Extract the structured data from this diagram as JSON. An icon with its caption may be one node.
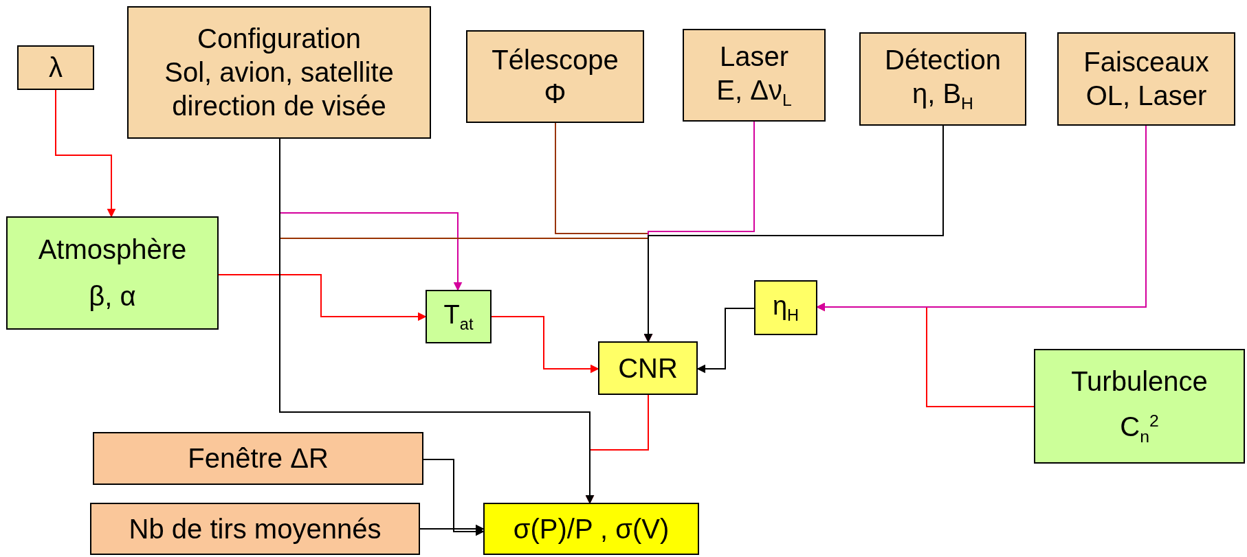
{
  "diagram": {
    "nodes": [
      {
        "text": [
          "λ"
        ]
      },
      {
        "text": [
          "Configuration",
          "Sol, avion, satellite direction de visée"
        ]
      },
      {
        "text": [
          "Télescope",
          "Φ"
        ]
      },
      {
        "text": [
          "Laser",
          "E, Δν$_{L}$"
        ]
      },
      {
        "text": [
          "Détection",
          "η, B$_{H}$"
        ]
      },
      {
        "text": [
          "Faisceaux",
          "OL, Laser"
        ]
      },
      {
        "text": [
          "Atmosphère",
          "β, α"
        ]
      },
      {
        "text": [
          "T$_{at}$"
        ]
      },
      {
        "text": [
          "η$_{H}$"
        ]
      },
      {
        "text": [
          "CNR"
        ]
      },
      {
        "text": [
          "Turbulence",
          "C$_{n}$$^{2}$"
        ]
      },
      {
        "text": [
          "Fenêtre ΔR"
        ]
      },
      {
        "text": [
          "Nb de tirs moyennés"
        ]
      },
      {
        "text": [
          "σ(P)/P , σ(V)"
        ]
      }
    ],
    "edges": [
      {
        "from": 0,
        "to": 6,
        "arrow": "to",
        "color": "#ff0000"
      },
      {
        "from": 1,
        "to": 7,
        "arrow": "to",
        "color": "#d4009c"
      },
      {
        "from": 1,
        "to": 9,
        "arrow": "to",
        "color": "#993300"
      },
      {
        "from": 2,
        "to": 9,
        "arrow": "to",
        "color": "#993300"
      },
      {
        "from": 3,
        "to": 9,
        "arrow": "to",
        "color": "#d4009c"
      },
      {
        "from": 4,
        "to": 9,
        "arrow": "to",
        "color": "#000000"
      },
      {
        "from": 1,
        "to": 13,
        "arrow": "to",
        "color": "#000000"
      },
      {
        "from": 6,
        "to": 7,
        "arrow": "to",
        "color": "#ff0000"
      },
      {
        "from": 7,
        "to": 9,
        "arrow": "to",
        "color": "#ff0000"
      },
      {
        "from": 8,
        "to": 9,
        "arrow": "to",
        "color": "#000000"
      },
      {
        "from": 10,
        "to": 8,
        "arrow": "to",
        "color": "#ff0000"
      },
      {
        "from": 5,
        "to": 8,
        "arrow": "to",
        "color": "#d4009c"
      },
      {
        "from": 9,
        "to": 13,
        "arrow": "to",
        "color": "#ff0000"
      },
      {
        "from": 11,
        "to": 13,
        "arrow": "to",
        "color": "#000000"
      },
      {
        "from": 12,
        "to": 13,
        "arrow": "to",
        "color": "#000000"
      }
    ]
  }
}
